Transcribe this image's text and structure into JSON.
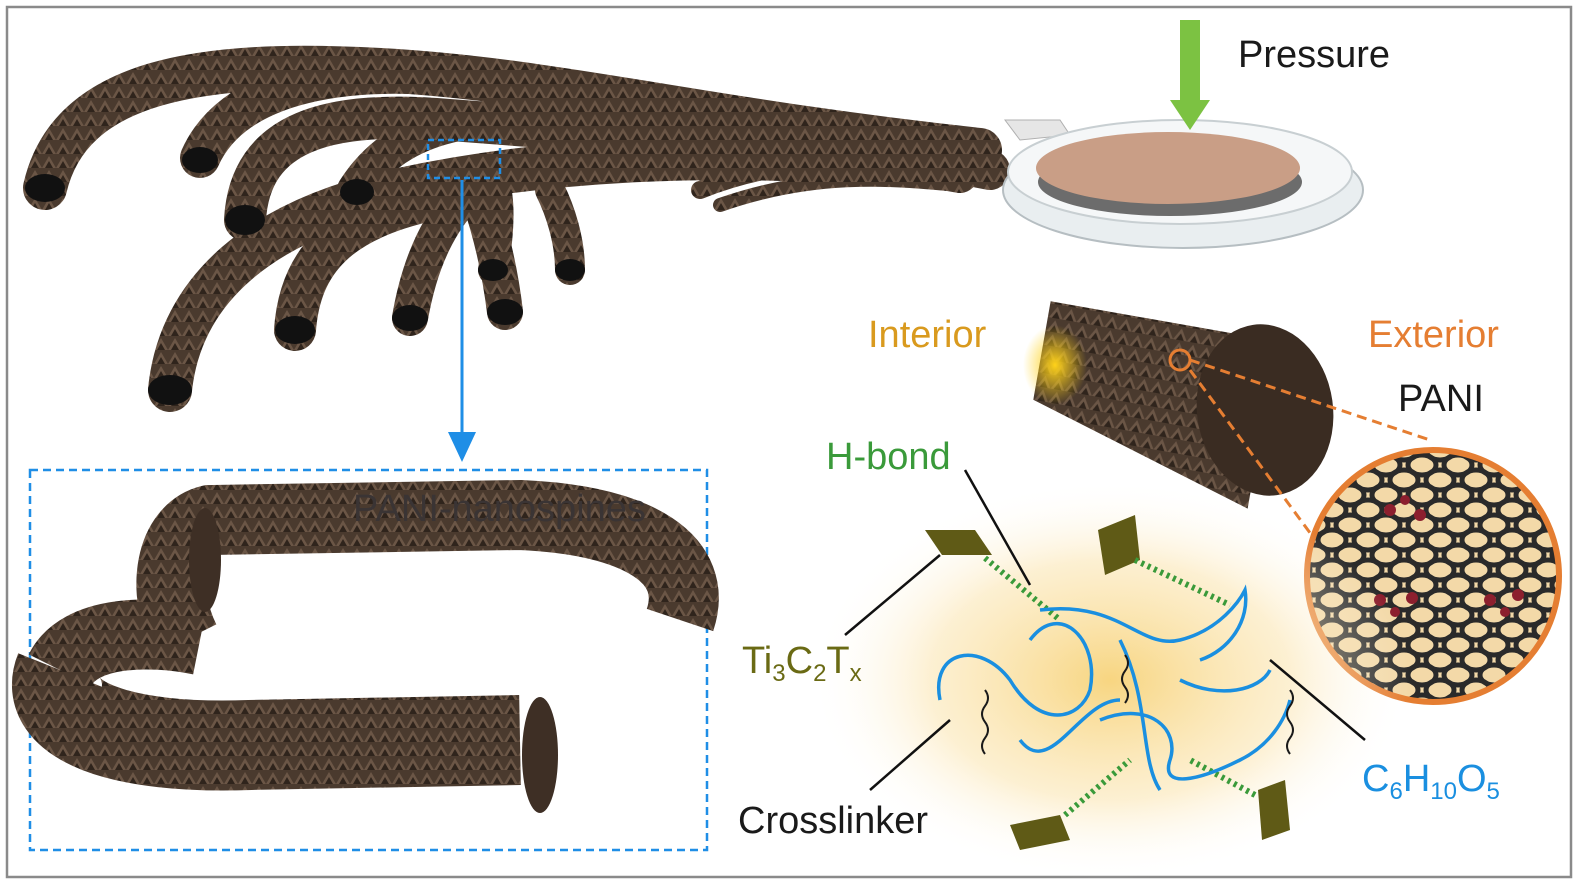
{
  "labels": {
    "pressure": "Pressure",
    "interior": "Interior",
    "exterior": "Exterior",
    "pani": "PANI",
    "h_bond": "H-bond",
    "crosslinker": "Crosslinker",
    "pani_nanospines": "PANI-nanospines"
  },
  "ti3c2tx": {
    "t1": "Ti",
    "s1": "3",
    "t2": "C",
    "s2": "2",
    "t3": "T",
    "s3": "x"
  },
  "cellulose": {
    "t1": "C",
    "s1": "6",
    "t2": "H",
    "s2": "10",
    "t3": "O",
    "s3": "5"
  },
  "colors": {
    "frame": "#8a8a8a",
    "fiber": "#4a3a2e",
    "fiber_dark": "#2b211a",
    "arrow_blue": "#1f8ee6",
    "pressure_arrow": "#7cc242",
    "sensor_pad": "#c99e86",
    "interior_text": "#d99a1e",
    "exterior_text": "#e57e32",
    "hbond": "#3a9a3a",
    "mxene": "#6a6a14",
    "cellulose_blue": "#1a8fe0",
    "glow": "#f9d98a"
  }
}
